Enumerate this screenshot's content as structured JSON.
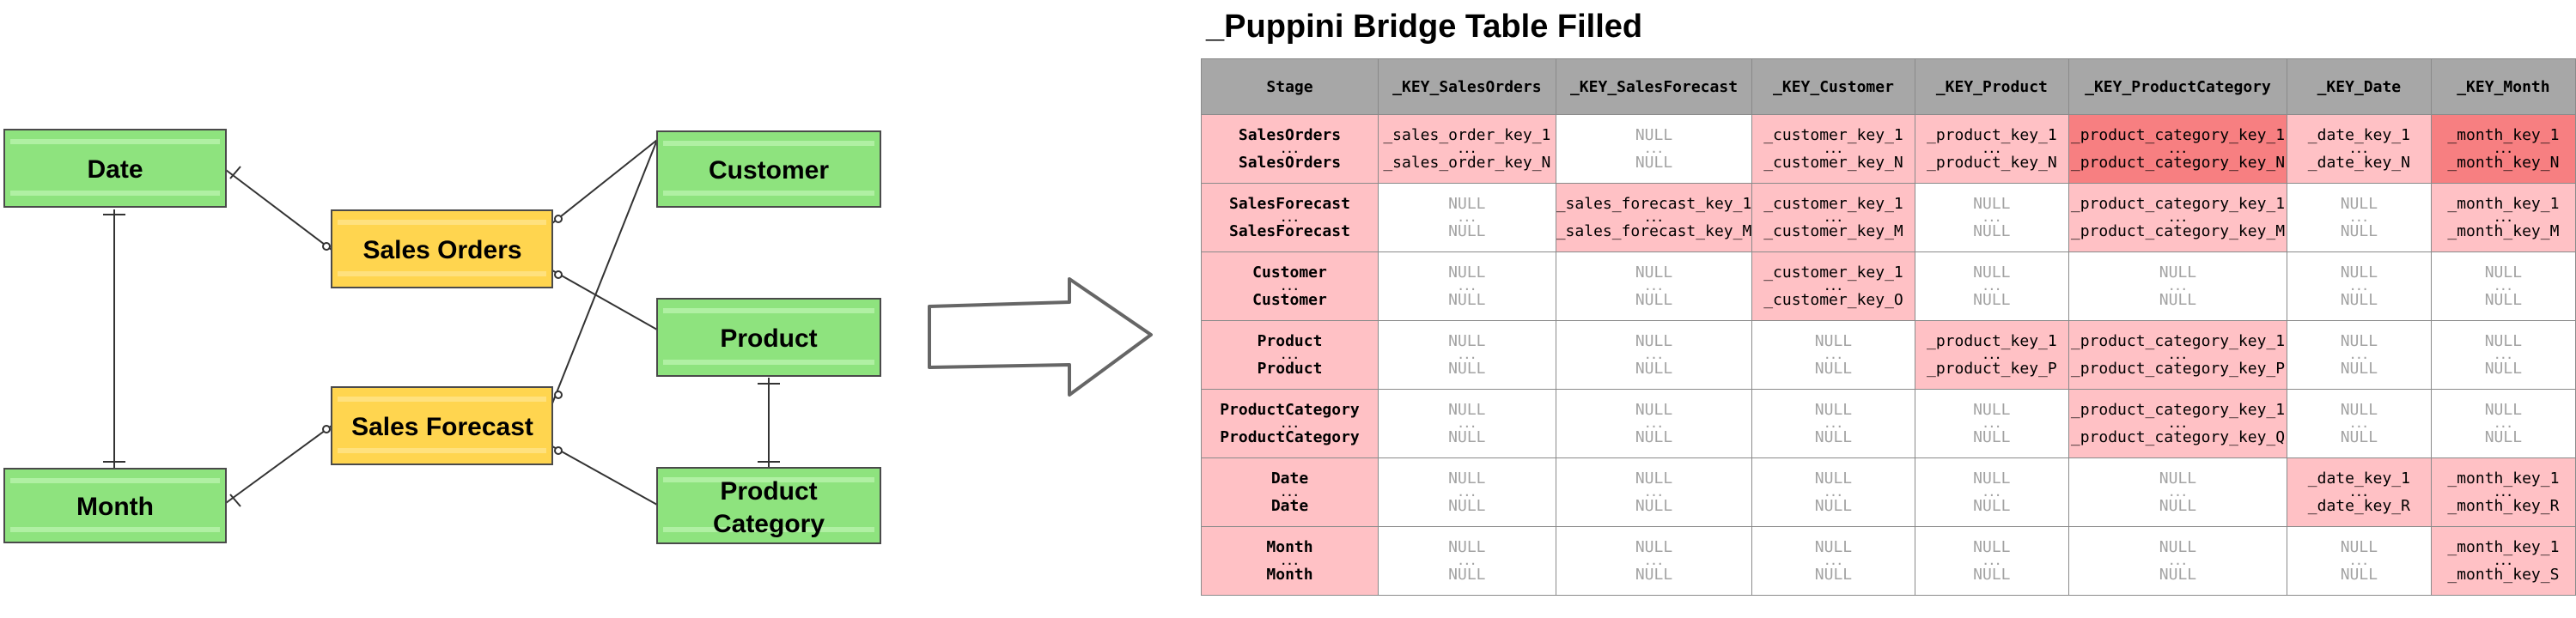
{
  "diagram": {
    "entities": [
      {
        "id": "date",
        "label": "Date",
        "color": "#8ee37e"
      },
      {
        "id": "month",
        "label": "Month",
        "color": "#8ee37e"
      },
      {
        "id": "sales_orders",
        "label": "Sales Orders",
        "color": "#ffd54f"
      },
      {
        "id": "sales_forecast",
        "label": "Sales Forecast",
        "color": "#ffd54f"
      },
      {
        "id": "customer",
        "label": "Customer",
        "color": "#8ee37e"
      },
      {
        "id": "product",
        "label": "Product",
        "color": "#8ee37e"
      },
      {
        "id": "product_category",
        "label_lines": [
          "Product",
          "Category"
        ],
        "color": "#8ee37e"
      }
    ],
    "arrow_icon": "hollow-right-arrow"
  },
  "table": {
    "title": "_Puppini Bridge Table Filled",
    "columns": [
      "Stage",
      "_KEY_SalesOrders",
      "_KEY_SalesForecast",
      "_KEY_Customer",
      "_KEY_Product",
      "_KEY_ProductCategory",
      "_KEY_Date",
      "_KEY_Month"
    ],
    "colors": {
      "header": "#a7a7a7",
      "key": "#ffc1c5",
      "key_dark": "#f77f81",
      "null_text": "#a3a3a3"
    },
    "rows": [
      {
        "cells": [
          {
            "top": "SalesOrders",
            "mid": "...",
            "bot": "SalesOrders",
            "kind": "stage"
          },
          {
            "top": "_sales_order_key_1",
            "mid": "...",
            "bot": "_sales_order_key_N",
            "kind": "key"
          },
          {
            "top": "NULL",
            "mid": "...",
            "bot": "NULL",
            "kind": "null"
          },
          {
            "top": "_customer_key_1",
            "mid": "...",
            "bot": "_customer_key_N",
            "kind": "key"
          },
          {
            "top": "_product_key_1",
            "mid": "...",
            "bot": "_product_key_N",
            "kind": "key"
          },
          {
            "top": "_product_category_key_1",
            "mid": "...",
            "bot": "_product_category_key_N",
            "kind": "dark"
          },
          {
            "top": "_date_key_1",
            "mid": "...",
            "bot": "_date_key_N",
            "kind": "key"
          },
          {
            "top": "_month_key_1",
            "mid": "...",
            "bot": "_month_key_N",
            "kind": "dark"
          }
        ]
      },
      {
        "cells": [
          {
            "top": "SalesForecast",
            "mid": "...",
            "bot": "SalesForecast",
            "kind": "stage"
          },
          {
            "top": "NULL",
            "mid": "...",
            "bot": "NULL",
            "kind": "null"
          },
          {
            "top": "_sales_forecast_key_1",
            "mid": "...",
            "bot": "_sales_forecast_key_M",
            "kind": "key"
          },
          {
            "top": "_customer_key_1",
            "mid": "...",
            "bot": "_customer_key_M",
            "kind": "key"
          },
          {
            "top": "NULL",
            "mid": "...",
            "bot": "NULL",
            "kind": "null"
          },
          {
            "top": "_product_category_key_1",
            "mid": "...",
            "bot": "_product_category_key_M",
            "kind": "key"
          },
          {
            "top": "NULL",
            "mid": "...",
            "bot": "NULL",
            "kind": "null"
          },
          {
            "top": "_month_key_1",
            "mid": "...",
            "bot": "_month_key_M",
            "kind": "key"
          }
        ]
      },
      {
        "cells": [
          {
            "top": "Customer",
            "mid": "...",
            "bot": "Customer",
            "kind": "stage"
          },
          {
            "top": "NULL",
            "mid": "...",
            "bot": "NULL",
            "kind": "null"
          },
          {
            "top": "NULL",
            "mid": "...",
            "bot": "NULL",
            "kind": "null"
          },
          {
            "top": "_customer_key_1",
            "mid": "...",
            "bot": "_customer_key_O",
            "kind": "key"
          },
          {
            "top": "NULL",
            "mid": "...",
            "bot": "NULL",
            "kind": "null"
          },
          {
            "top": "NULL",
            "mid": "...",
            "bot": "NULL",
            "kind": "null"
          },
          {
            "top": "NULL",
            "mid": "...",
            "bot": "NULL",
            "kind": "null"
          },
          {
            "top": "NULL",
            "mid": "...",
            "bot": "NULL",
            "kind": "null"
          }
        ]
      },
      {
        "cells": [
          {
            "top": "Product",
            "mid": "...",
            "bot": "Product",
            "kind": "stage"
          },
          {
            "top": "NULL",
            "mid": "...",
            "bot": "NULL",
            "kind": "null"
          },
          {
            "top": "NULL",
            "mid": "...",
            "bot": "NULL",
            "kind": "null"
          },
          {
            "top": "NULL",
            "mid": "...",
            "bot": "NULL",
            "kind": "null"
          },
          {
            "top": "_product_key_1",
            "mid": "...",
            "bot": "_product_key_P",
            "kind": "key"
          },
          {
            "top": "_product_category_key_1",
            "mid": "...",
            "bot": "_product_category_key_P",
            "kind": "key"
          },
          {
            "top": "NULL",
            "mid": "...",
            "bot": "NULL",
            "kind": "null"
          },
          {
            "top": "NULL",
            "mid": "...",
            "bot": "NULL",
            "kind": "null"
          }
        ]
      },
      {
        "cells": [
          {
            "top": "ProductCategory",
            "mid": "...",
            "bot": "ProductCategory",
            "kind": "stage"
          },
          {
            "top": "NULL",
            "mid": "...",
            "bot": "NULL",
            "kind": "null"
          },
          {
            "top": "NULL",
            "mid": "...",
            "bot": "NULL",
            "kind": "null"
          },
          {
            "top": "NULL",
            "mid": "...",
            "bot": "NULL",
            "kind": "null"
          },
          {
            "top": "NULL",
            "mid": "...",
            "bot": "NULL",
            "kind": "null"
          },
          {
            "top": "_product_category_key_1",
            "mid": "...",
            "bot": "_product_category_key_Q",
            "kind": "key"
          },
          {
            "top": "NULL",
            "mid": "...",
            "bot": "NULL",
            "kind": "null"
          },
          {
            "top": "NULL",
            "mid": "...",
            "bot": "NULL",
            "kind": "null"
          }
        ]
      },
      {
        "cells": [
          {
            "top": "Date",
            "mid": "...",
            "bot": "Date",
            "kind": "stage"
          },
          {
            "top": "NULL",
            "mid": "...",
            "bot": "NULL",
            "kind": "null"
          },
          {
            "top": "NULL",
            "mid": "...",
            "bot": "NULL",
            "kind": "null"
          },
          {
            "top": "NULL",
            "mid": "...",
            "bot": "NULL",
            "kind": "null"
          },
          {
            "top": "NULL",
            "mid": "...",
            "bot": "NULL",
            "kind": "null"
          },
          {
            "top": "NULL",
            "mid": "...",
            "bot": "NULL",
            "kind": "null"
          },
          {
            "top": "_date_key_1",
            "mid": "...",
            "bot": "_date_key_R",
            "kind": "key"
          },
          {
            "top": "_month_key_1",
            "mid": "...",
            "bot": "_month_key_R",
            "kind": "key"
          }
        ]
      },
      {
        "cells": [
          {
            "top": "Month",
            "mid": "...",
            "bot": "Month",
            "kind": "stage"
          },
          {
            "top": "NULL",
            "mid": "...",
            "bot": "NULL",
            "kind": "null"
          },
          {
            "top": "NULL",
            "mid": "...",
            "bot": "NULL",
            "kind": "null"
          },
          {
            "top": "NULL",
            "mid": "...",
            "bot": "NULL",
            "kind": "null"
          },
          {
            "top": "NULL",
            "mid": "...",
            "bot": "NULL",
            "kind": "null"
          },
          {
            "top": "NULL",
            "mid": "...",
            "bot": "NULL",
            "kind": "null"
          },
          {
            "top": "NULL",
            "mid": "...",
            "bot": "NULL",
            "kind": "null"
          },
          {
            "top": "_month_key_1",
            "mid": "...",
            "bot": "_month_key_S",
            "kind": "key"
          }
        ]
      }
    ]
  }
}
